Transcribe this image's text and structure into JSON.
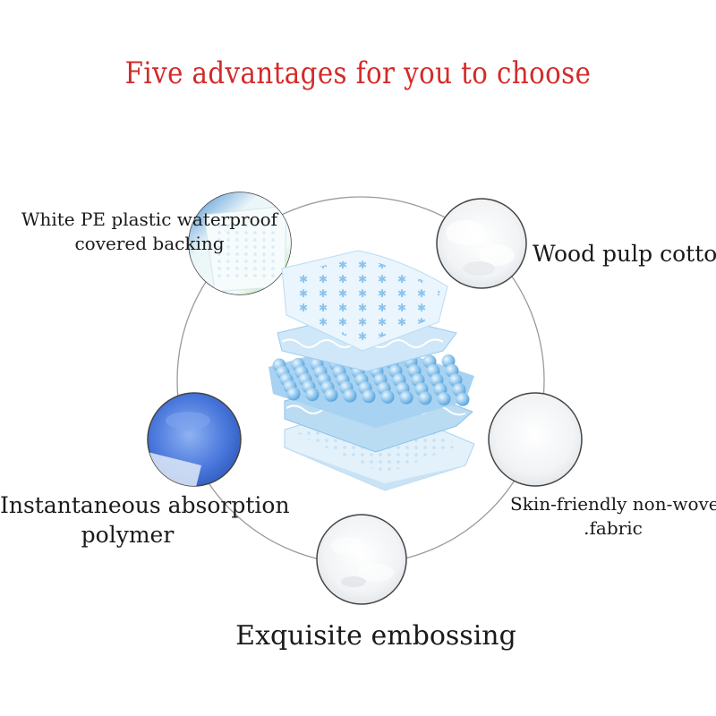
{
  "title": "Five advantages for you to choose",
  "features": [
    {
      "line1": "White PE plastic waterproof",
      "line2": "covered backing",
      "icon": "pe-backing-swatch"
    },
    {
      "line1": "Wood pulp cotton",
      "line2": "",
      "icon": "wood-pulp-cotton-swatch"
    },
    {
      "line1": "Instantaneous absorption",
      "line2": "polymer",
      "icon": "absorption-polymer-swatch"
    },
    {
      "line1": "Skin-friendly non-woven",
      "line2": ".fabric",
      "icon": "non-woven-fabric-swatch"
    },
    {
      "line1": "Exquisite embossing",
      "line2": "",
      "icon": "embossing-swatch"
    }
  ],
  "colors": {
    "title": "#d42a2a",
    "ring": "#9a9a9a",
    "layer_blue": "#a9d4f2",
    "polymer": "#3e6fd6"
  }
}
